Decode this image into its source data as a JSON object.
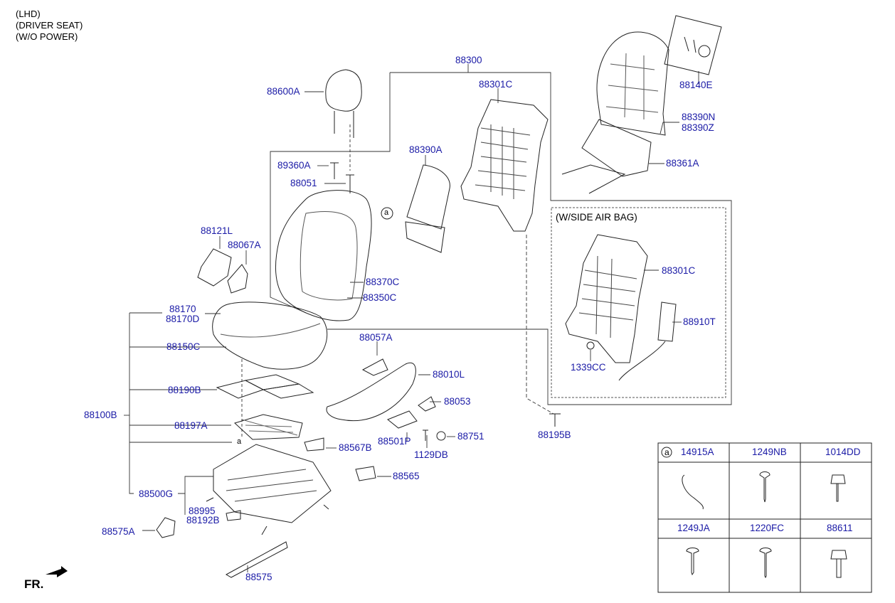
{
  "header": {
    "line1": "(LHD)",
    "line2": "(DRIVER SEAT)",
    "line3": "(W/O POWER)"
  },
  "inset": {
    "title": "(W/SIDE AIR BAG)"
  },
  "fr_label": "FR.",
  "parts": {
    "p88300": "88300",
    "p88301C": "88301C",
    "p88140E": "88140E",
    "p88390N": "88390N",
    "p88390Z": "88390Z",
    "p88361A": "88361A",
    "p88600A": "88600A",
    "p88390A": "88390A",
    "p89360A": "89360A",
    "p88051": "88051",
    "p88121L": "88121L",
    "p88067A": "88067A",
    "p88370C": "88370C",
    "p88350C": "88350C",
    "p88170": "88170",
    "p88170D": "88170D",
    "p88150C": "88150C",
    "p88057A": "88057A",
    "p88010L": "88010L",
    "p88190B": "88190B",
    "p88053": "88053",
    "p88100B": "88100B",
    "p88197A": "88197A",
    "p88501P": "88501P",
    "p88751": "88751",
    "p1129DB": "1129DB",
    "p88567B": "88567B",
    "p88565": "88565",
    "p88500G": "88500G",
    "p88995": "88995",
    "p88192B": "88192B",
    "p88575A": "88575A",
    "p88575": "88575",
    "p88195B": "88195B",
    "p88301C_ab": "88301C",
    "p88910T": "88910T",
    "p1339CC": "1339CC"
  },
  "callout": "a",
  "fastener_table": {
    "row1": [
      "14915A",
      "1249NB",
      "1014DD"
    ],
    "row2": [
      "1249JA",
      "1220FC",
      "88611"
    ]
  }
}
